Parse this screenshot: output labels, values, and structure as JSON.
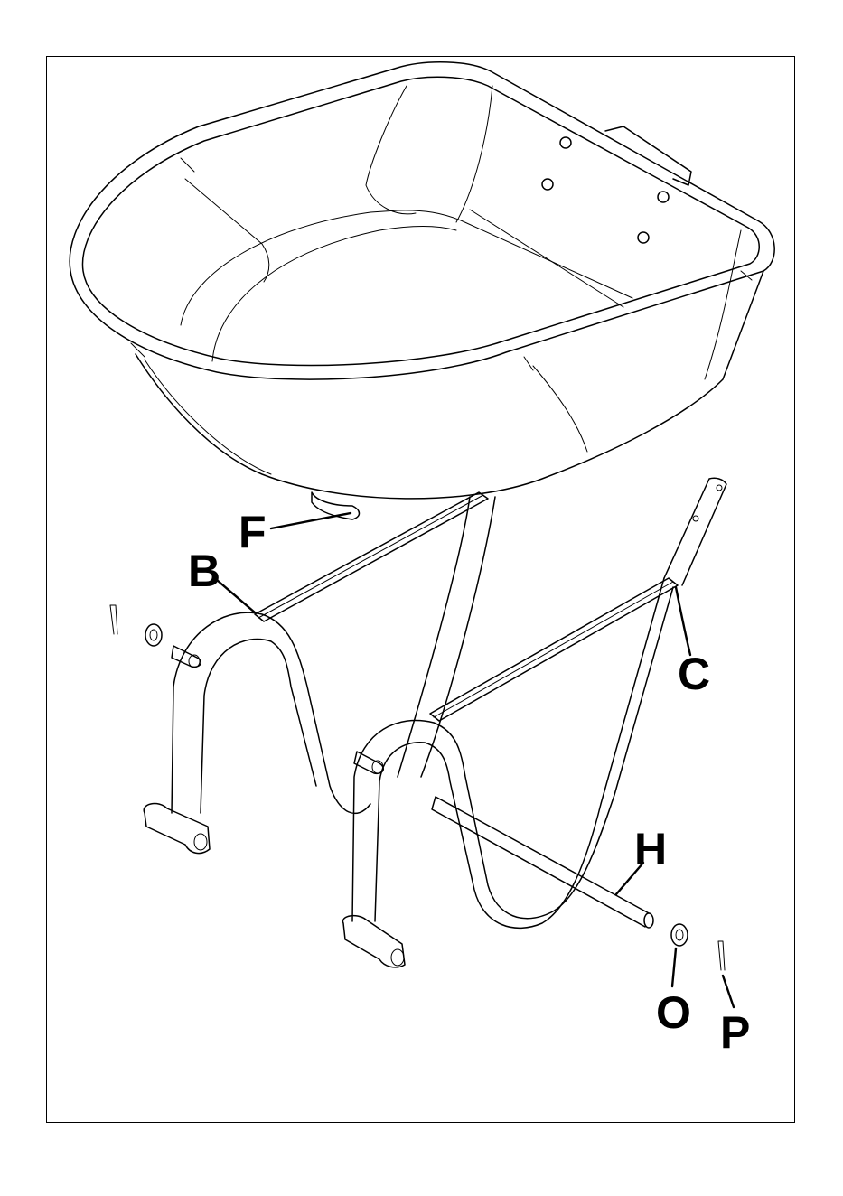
{
  "labels": {
    "F": "F",
    "B": "B",
    "C": "C",
    "H": "H",
    "O": "O",
    "P": "P"
  },
  "colors": {
    "line": "#000000",
    "background": "#ffffff"
  }
}
